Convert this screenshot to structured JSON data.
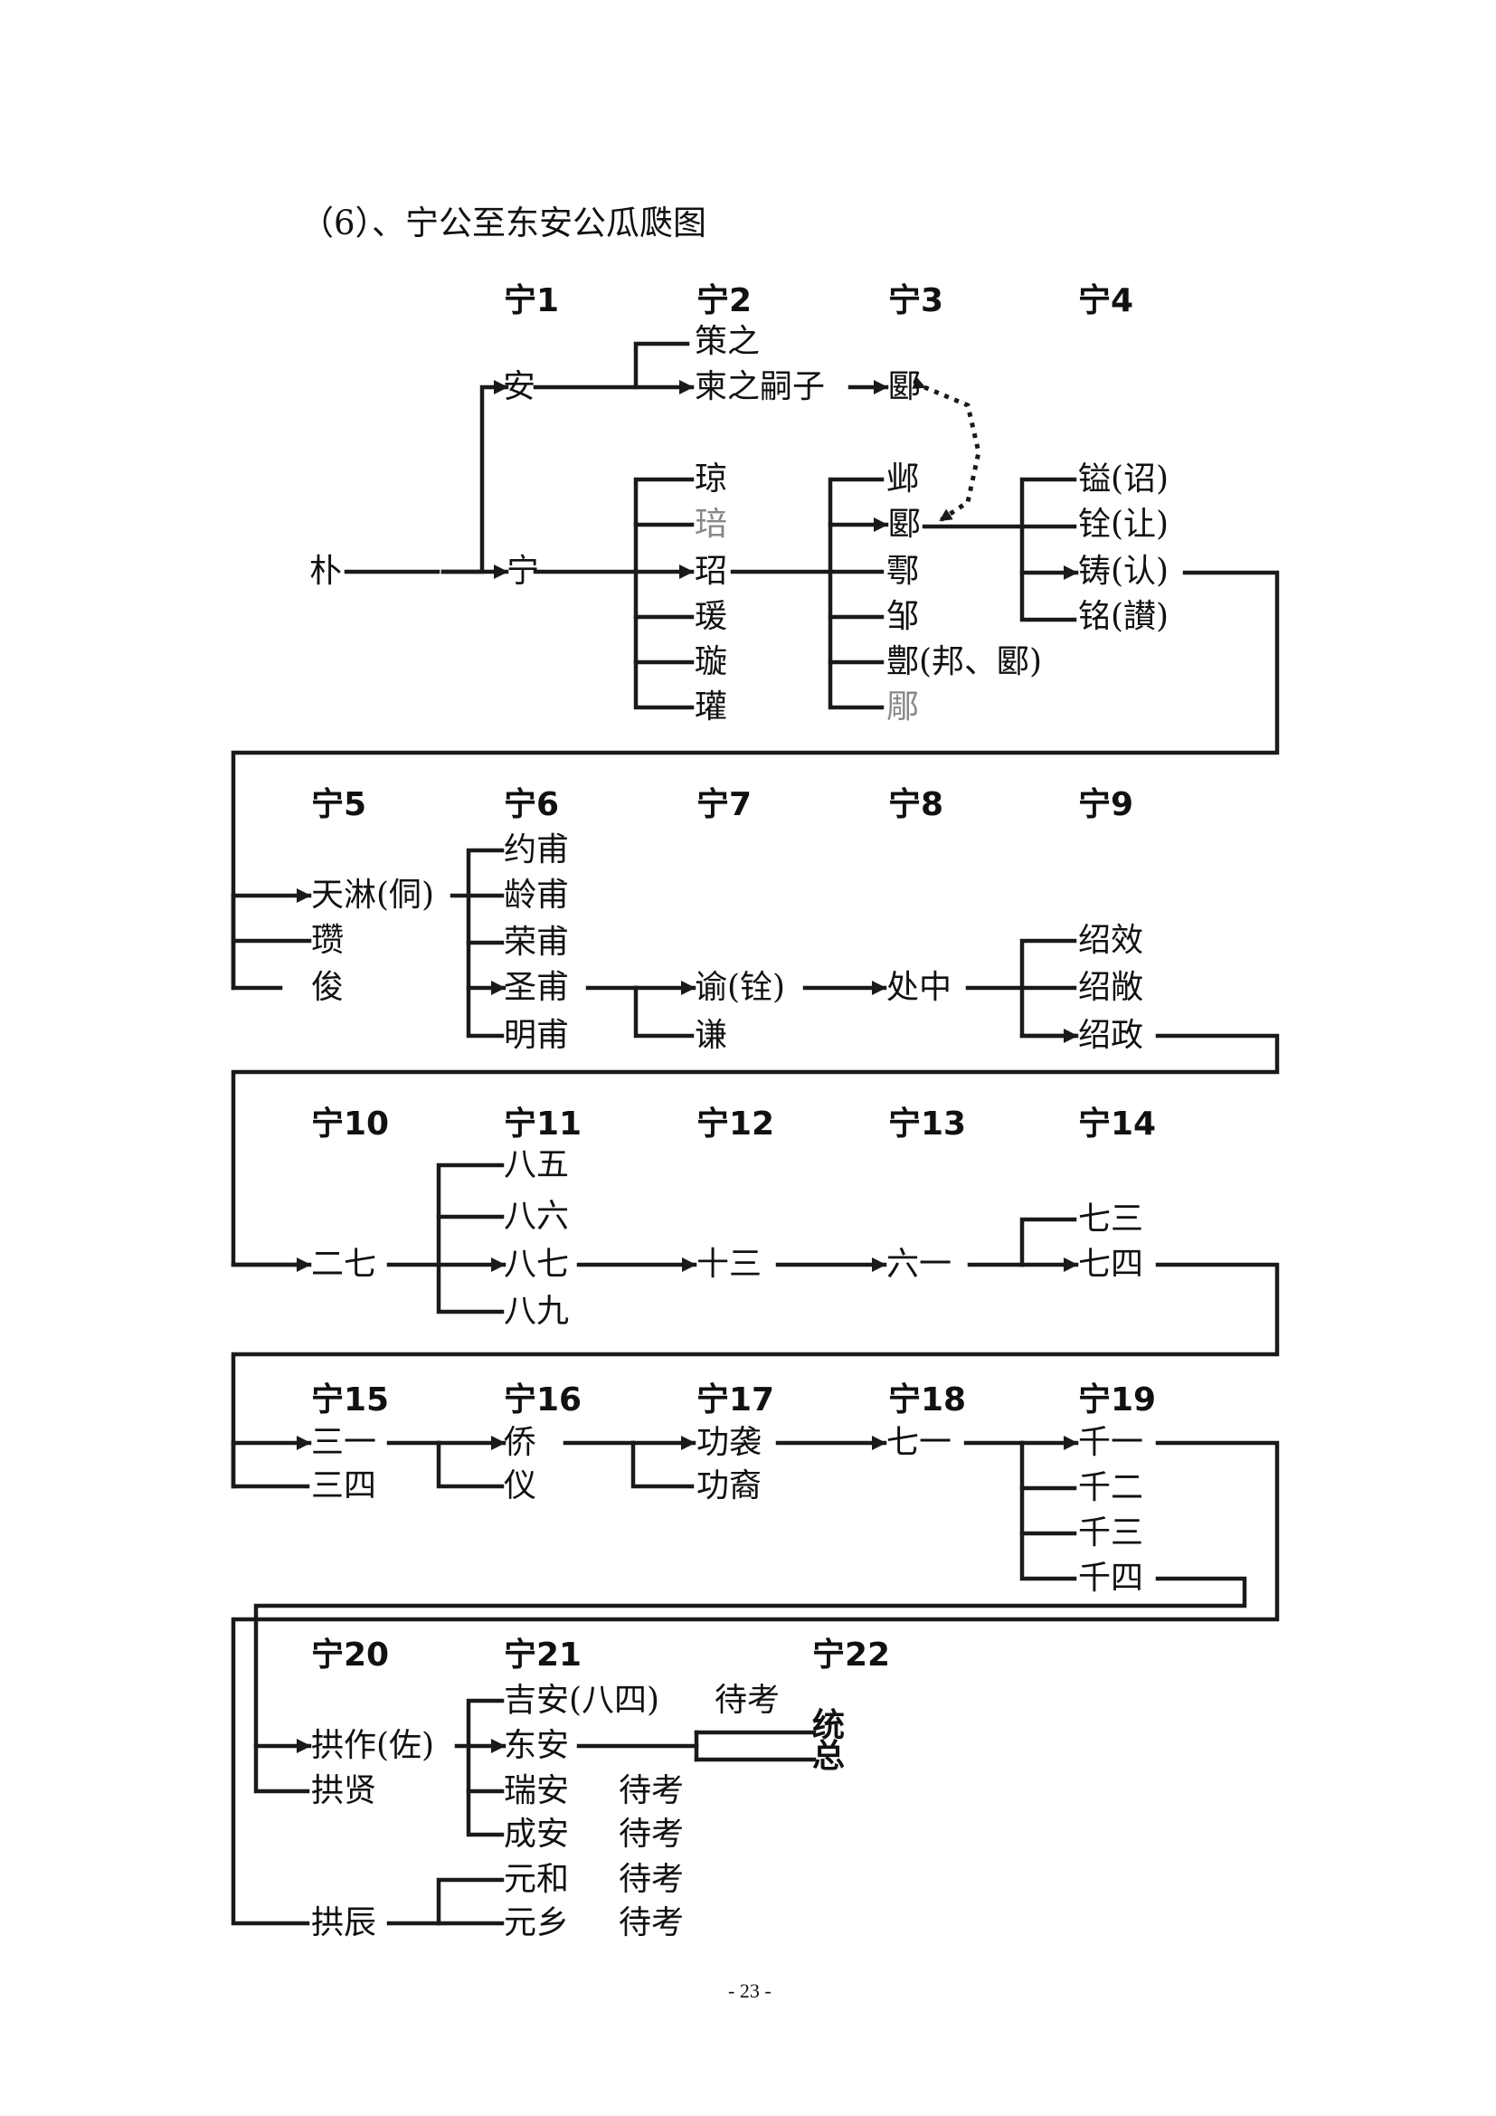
{
  "title": "（6）、宁公至东安公瓜瓞图",
  "page_number": "- 23 -",
  "colors": {
    "line": "#1a1a1a",
    "faded": "#888888"
  },
  "generations": {
    "g1": "宁1",
    "g2": "宁2",
    "g3": "宁3",
    "g4": "宁4",
    "g5": "宁5",
    "g6": "宁6",
    "g7": "宁7",
    "g8": "宁8",
    "g9": "宁9",
    "g10": "宁10",
    "g11": "宁11",
    "g12": "宁12",
    "g13": "宁13",
    "g14": "宁14",
    "g15": "宁15",
    "g16": "宁16",
    "g17": "宁17",
    "g18": "宁18",
    "g19": "宁19",
    "g20": "宁20",
    "g21": "宁21",
    "g22": "宁22"
  },
  "names": {
    "pu": "朴",
    "an": "安",
    "ning": "宁",
    "cezhi": "策之",
    "jianzhi": "柬之嗣子",
    "g3_top": "郾",
    "qiong": "琼",
    "gao": "琣",
    "zhao": "玿",
    "yuan": "瑗",
    "xuan": "璇",
    "guan": "瓘",
    "b3_1": "邺",
    "b3_2": "郾",
    "b3_3": "鄠",
    "b3_4": "邹",
    "b3_5": "鄷(邦、郾)",
    "b3_6": "郮",
    "yi": "镒(诏)",
    "quan": "铨(让)",
    "zhu": "铸(认)",
    "ming": "铭(讃)",
    "tianmiao": "天淋(侗)",
    "zan": "瓒",
    "jun": "俊",
    "yuefu": "约甫",
    "lingfu": "龄甫",
    "rongfu": "荣甫",
    "shengfu": "圣甫",
    "mingfu": "明甫",
    "yu": "谕(铨)",
    "qian": "谦",
    "chuzhong": "处中",
    "shaoxiao": "绍效",
    "shaosan": "绍敞",
    "shaozheng": "绍政",
    "erqi": "二七",
    "bawu": "八五",
    "baliu": "八六",
    "baqi": "八七",
    "bajiu": "八九",
    "shisan": "十三",
    "liuyi": "六一",
    "qisan": "七三",
    "qisi": "七四",
    "sanyi": "三一",
    "sansi": "三四",
    "qiao": "侨",
    "yi2": "仪",
    "gongxi": "功袭",
    "gongyi": "功裔",
    "qiyi": "七一",
    "qianyi": "千一",
    "qianer": "千二",
    "qiansan": "千三",
    "qiansi": "千四",
    "gongzuo": "拱作(佐)",
    "gongxian": "拱贤",
    "gongchen": "拱辰",
    "jian": "吉安(八四)",
    "jian_note": "待考",
    "dongan": "东安",
    "ruian": "瑞安",
    "ruian_note": "待考",
    "chengan": "成安",
    "chengan_note": "待考",
    "yuanhe": "元和",
    "yuanhe_note": "待考",
    "yuanxiang": "元乡",
    "yuanxiang_note": "待考",
    "zong": "统总"
  }
}
